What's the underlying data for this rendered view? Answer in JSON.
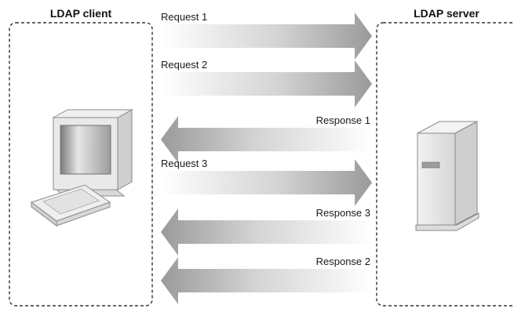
{
  "diagram": {
    "client_title": "LDAP client",
    "server_title": "LDAP server",
    "messages": [
      {
        "label": "Request 1",
        "direction": "client-to-server"
      },
      {
        "label": "Request 2",
        "direction": "client-to-server"
      },
      {
        "label": "Response 1",
        "direction": "server-to-client"
      },
      {
        "label": "Request 3",
        "direction": "client-to-server"
      },
      {
        "label": "Response 3",
        "direction": "server-to-client"
      },
      {
        "label": "Response 2",
        "direction": "server-to-client"
      }
    ],
    "icons": {
      "client": "desktop-computer-icon",
      "server": "tower-server-icon"
    },
    "colors": {
      "arrow_dark": "#9a9a9a",
      "arrow_light": "#ffffff",
      "box_stroke": "#333333",
      "device_fill": "#e8e8e8",
      "device_stroke": "#8a8a8a"
    }
  }
}
